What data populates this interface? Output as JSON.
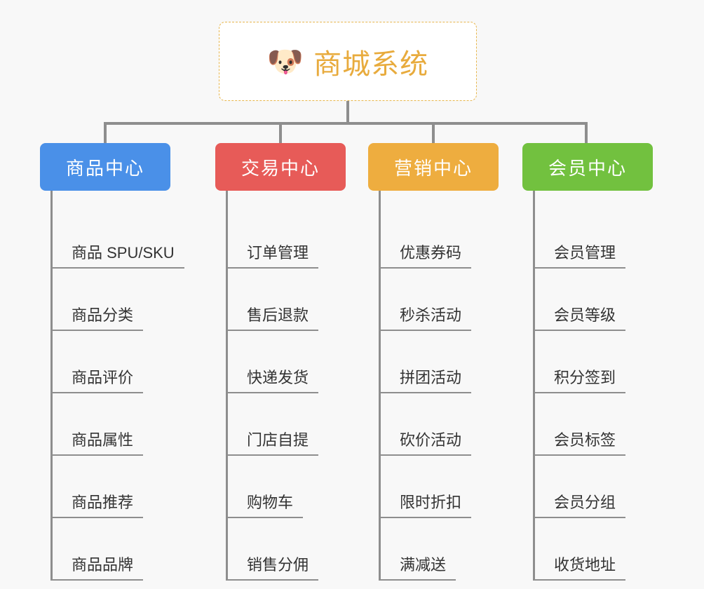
{
  "page": {
    "background_color": "#f8f8f8",
    "line_color": "#8e8e8e"
  },
  "root": {
    "icon": "dog-face-emoji",
    "emoji": "🐶",
    "title": "商城系统",
    "title_color": "#e8ab3d",
    "border_color": "#e7b64d",
    "background_color": "#ffffff"
  },
  "columns": [
    {
      "id": "product-center",
      "title": "商品中心",
      "color": "#4a90e8",
      "leaves": [
        {
          "label": "商品 SPU/SKU"
        },
        {
          "label": "商品分类"
        },
        {
          "label": "商品评价"
        },
        {
          "label": "商品属性"
        },
        {
          "label": "商品推荐"
        },
        {
          "label": "商品品牌"
        }
      ]
    },
    {
      "id": "trade-center",
      "title": "交易中心",
      "color": "#e75b58",
      "leaves": [
        {
          "label": "订单管理"
        },
        {
          "label": "售后退款"
        },
        {
          "label": "快递发货"
        },
        {
          "label": "门店自提"
        },
        {
          "label": "购物车"
        },
        {
          "label": "销售分佣"
        }
      ]
    },
    {
      "id": "marketing-center",
      "title": "营销中心",
      "color": "#eead3f",
      "leaves": [
        {
          "label": "优惠券码"
        },
        {
          "label": "秒杀活动"
        },
        {
          "label": "拼团活动"
        },
        {
          "label": "砍价活动"
        },
        {
          "label": "限时折扣"
        },
        {
          "label": "满减送"
        }
      ]
    },
    {
      "id": "member-center",
      "title": "会员中心",
      "color": "#72c13f",
      "leaves": [
        {
          "label": "会员管理"
        },
        {
          "label": "会员等级"
        },
        {
          "label": "积分签到"
        },
        {
          "label": "会员标签"
        },
        {
          "label": "会员分组"
        },
        {
          "label": "收货地址"
        }
      ]
    }
  ]
}
